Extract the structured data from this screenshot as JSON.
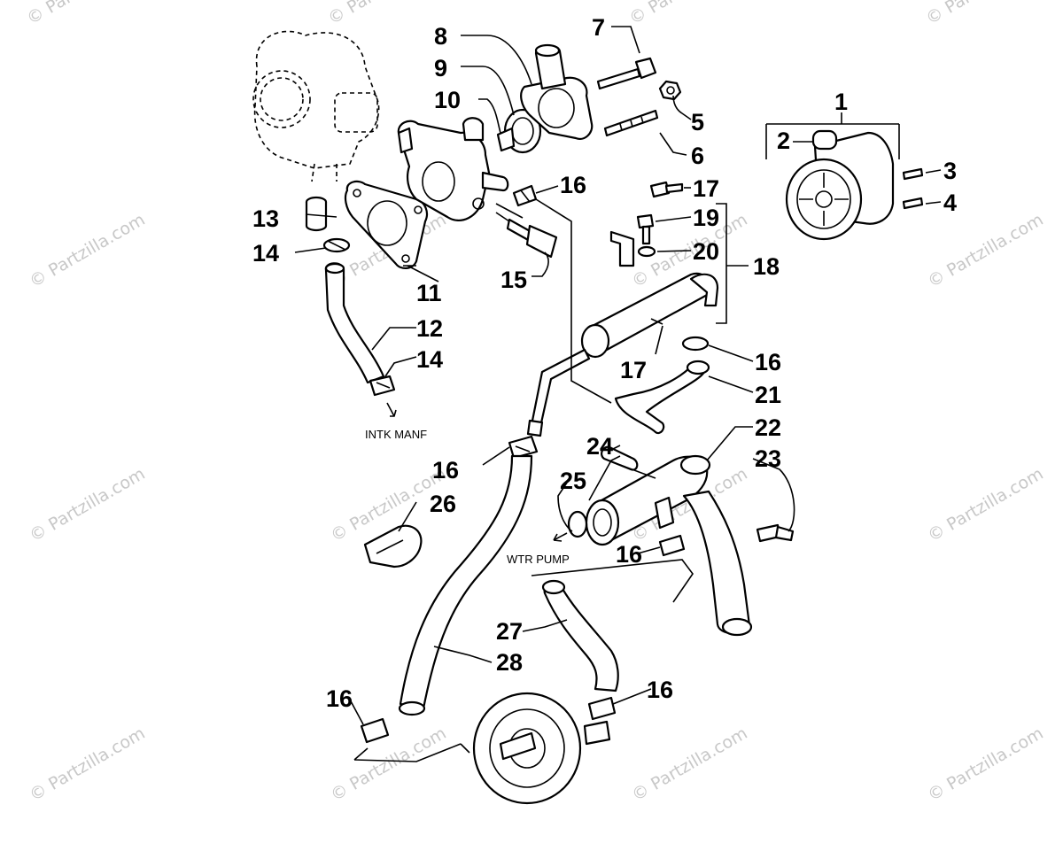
{
  "watermark": "© Partzilla.com",
  "callouts": {
    "c1": "1",
    "c2": "2",
    "c3": "3",
    "c4": "4",
    "c5": "5",
    "c6": "6",
    "c7": "7",
    "c8": "8",
    "c9": "9",
    "c10": "10",
    "c11": "11",
    "c12": "12",
    "c13": "13",
    "c14a": "14",
    "c14b": "14",
    "c15": "15",
    "c16a": "16",
    "c16b": "16",
    "c16c": "16",
    "c16d": "16",
    "c16e": "16",
    "c16f": "16",
    "c17a": "17",
    "c17b": "17",
    "c18": "18",
    "c19": "19",
    "c20": "20",
    "c21": "21",
    "c22": "22",
    "c23": "23",
    "c24": "24",
    "c25": "25",
    "c26": "26",
    "c27": "27",
    "c28": "28"
  },
  "notes": {
    "intake": "INTK MANF",
    "pump": "WTR PUMP"
  },
  "colors": {
    "line": "#000000",
    "background": "#ffffff",
    "watermark": "#c8c8c8"
  }
}
